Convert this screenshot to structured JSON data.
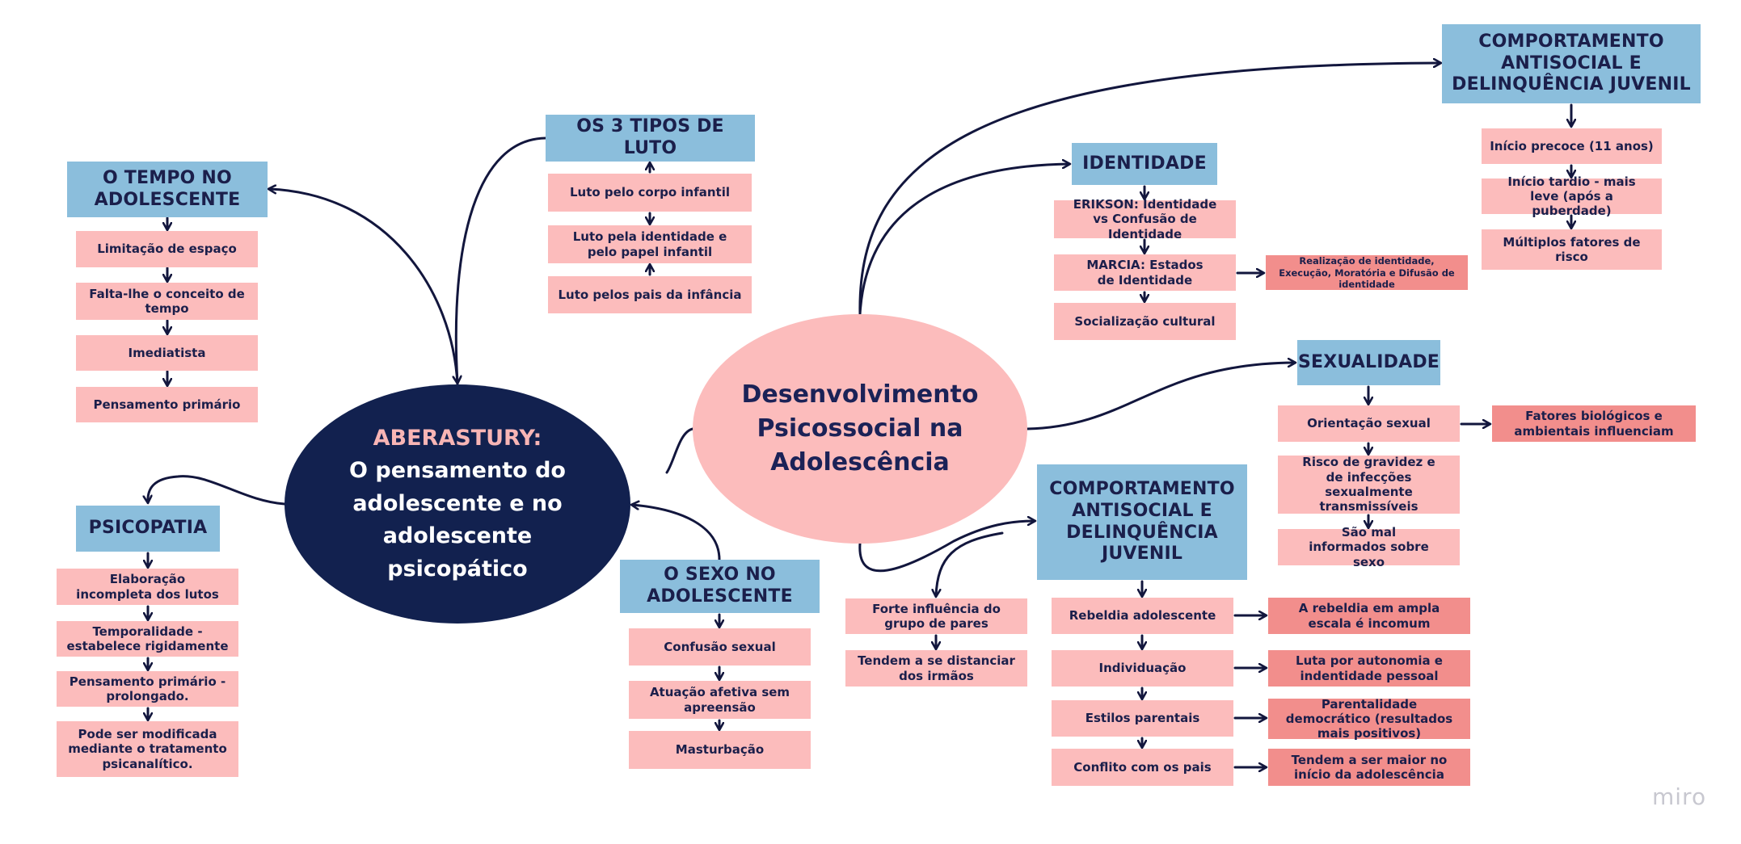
{
  "center": {
    "title": "Desenvolvimento Psicossocial na Adolescência"
  },
  "aberastury": {
    "label": "ABERASTURY:",
    "title": "O pensamento do adolescente e no adolescente psicopático"
  },
  "tempo": {
    "title": "O TEMPO NO ADOLESCENTE",
    "items": [
      "Limitação de espaço",
      "Falta-lhe o conceito de tempo",
      "Imediatista",
      "Pensamento primário"
    ]
  },
  "psicopatia": {
    "title": "PSICOPATIA",
    "items": [
      "Elaboração incompleta dos lutos",
      "Temporalidade - estabelece rigidamente",
      "Pensamento primário - prolongado.",
      "Pode ser modificada mediante o tratamento psicanalítico."
    ]
  },
  "luto": {
    "title": "OS 3 TIPOS DE LUTO",
    "items": [
      "Luto pelo corpo infantil",
      "Luto pela identidade e pelo papel infantil",
      "Luto pelos pais da infância"
    ]
  },
  "sexo": {
    "title": "O SEXO NO ADOLESCENTE",
    "items": [
      "Confusão sexual",
      "Atuação afetiva sem apreensão",
      "Masturbação"
    ]
  },
  "identidade": {
    "title": "IDENTIDADE",
    "items": [
      "ERIKSON: Identidade vs Confusão de Identidade",
      "MARCIA: Estados de Identidade",
      "Socialização cultural"
    ],
    "marcia_detail": "Realização de identidade, Execução, Moratória e Difusão de identidade"
  },
  "comportamento_top": {
    "title": "COMPORTAMENTO ANTISOCIAL E DELINQUÊNCIA JUVENIL",
    "items": [
      "Início precoce (11 anos)",
      "Início tardio - mais leve (após a puberdade)",
      "Múltiplos fatores de risco"
    ]
  },
  "sexualidade": {
    "title": "SEXUALIDADE",
    "items": [
      "Orientação sexual",
      "Risco de gravidez e de infecções sexualmente transmissíveis",
      "São mal informados sobre sexo"
    ],
    "orientacao_detail": "Fatores biológicos e ambientais influenciam"
  },
  "comportamento_mid": {
    "title": "COMPORTAMENTO ANTISOCIAL E DELINQUÊNCIA JUVENIL",
    "items": [
      "Rebeldia adolescente",
      "Individuação",
      "Estilos parentais",
      "Conflito com os pais"
    ],
    "details": [
      "A rebeldia em ampla escala é incomum",
      "Luta por autonomia e indentidade pessoal",
      "Parentalidade democrático (resultados mais positivos)",
      "Tendem a ser maior no início da adolescência"
    ]
  },
  "pares": {
    "items": [
      "Forte influência do grupo de pares",
      "Tendem a se distanciar dos irmãos"
    ]
  },
  "branding": {
    "logo": "miro"
  },
  "colors": {
    "header": "#8bbedc",
    "item": "#fcbcbc",
    "detail": "#f28e8c",
    "navy": "#12214f",
    "text": "#1b1f4b"
  }
}
